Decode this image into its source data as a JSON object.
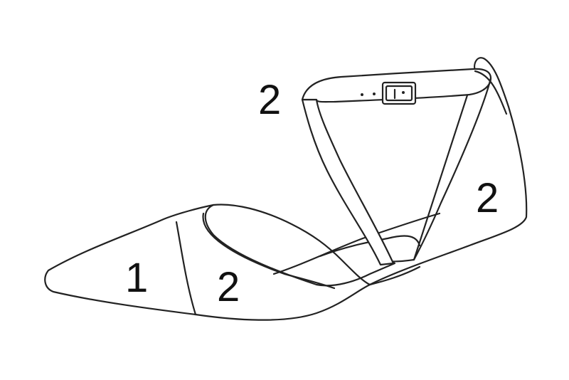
{
  "diagram": {
    "part_labels": [
      {
        "id": "toe-cap",
        "text": "1"
      },
      {
        "id": "vamp",
        "text": "2"
      },
      {
        "id": "ankle-strap",
        "text": "2"
      },
      {
        "id": "heel-counter",
        "text": "2"
      }
    ],
    "colors": {
      "stroke": "#222222",
      "background": "#ffffff"
    }
  }
}
